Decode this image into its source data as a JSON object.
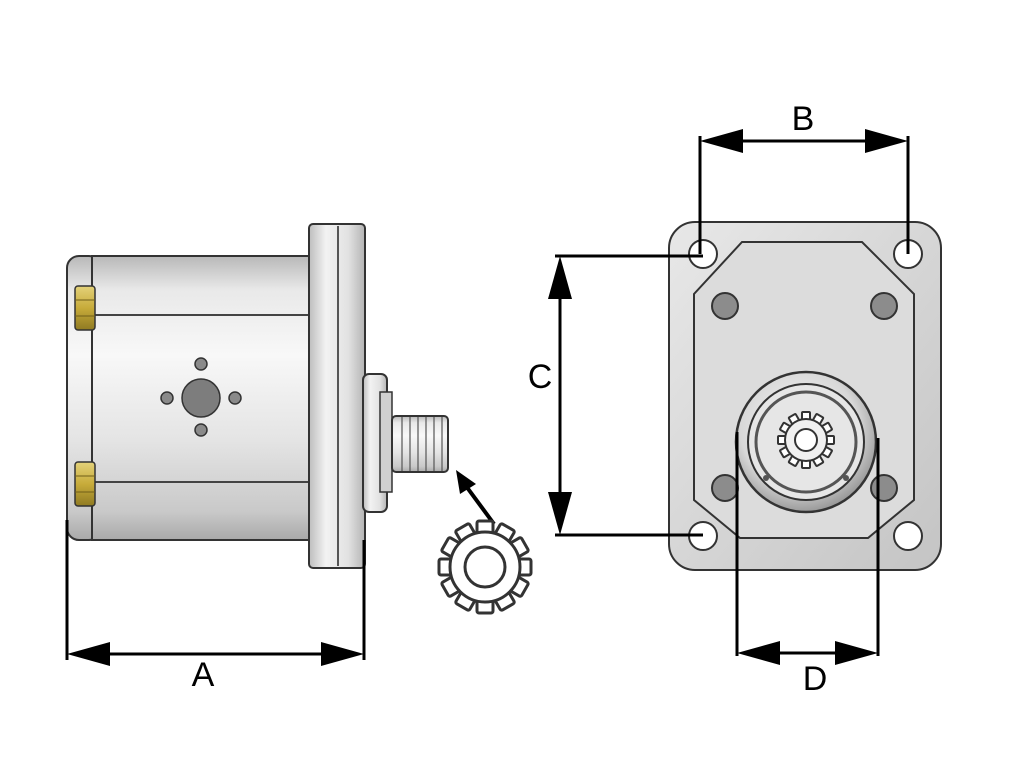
{
  "labels": {
    "a": "A",
    "b": "B",
    "c": "C",
    "d": "D"
  },
  "colors": {
    "metal_light": "#f3f3f3",
    "metal_mid": "#d4d4d4",
    "metal_dark": "#8a8a8a",
    "outline": "#333333",
    "bolt_gold": "#c9b040",
    "dimension_line": "#000000",
    "background": "#ffffff"
  },
  "icons": {
    "side_view": "pump-side-view",
    "front_view": "pump-front-view",
    "spline_detail": "spline-gear-icon",
    "pointer": "arrow-icon"
  }
}
